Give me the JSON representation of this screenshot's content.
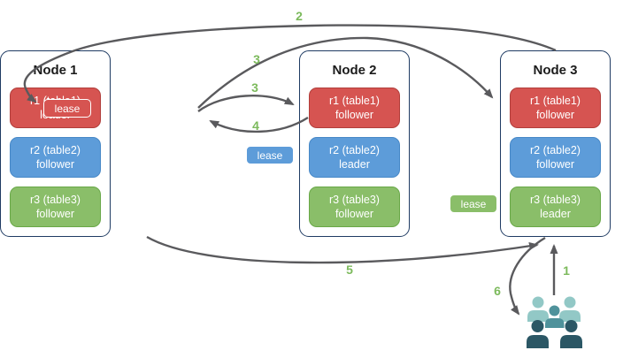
{
  "nodes": [
    {
      "title": "Node 1",
      "replicas": [
        {
          "label": "r1 (table1)",
          "role": "leader",
          "color": "red"
        },
        {
          "label": "r2 (table2)",
          "role": "follower",
          "color": "blue"
        },
        {
          "label": "r3 (table3)",
          "role": "follower",
          "color": "green"
        }
      ]
    },
    {
      "title": "Node 2",
      "replicas": [
        {
          "label": "r1 (table1)",
          "role": "follower",
          "color": "red"
        },
        {
          "label": "r2 (table2)",
          "role": "leader",
          "color": "blue"
        },
        {
          "label": "r3 (table3)",
          "role": "follower",
          "color": "green"
        }
      ]
    },
    {
      "title": "Node 3",
      "replicas": [
        {
          "label": "r1 (table1)",
          "role": "follower",
          "color": "red"
        },
        {
          "label": "r2 (table2)",
          "role": "follower",
          "color": "blue"
        },
        {
          "label": "r3 (table3)",
          "role": "leader",
          "color": "green"
        }
      ]
    }
  ],
  "leases": [
    {
      "label": "lease",
      "color": "red"
    },
    {
      "label": "lease",
      "color": "blue"
    },
    {
      "label": "lease",
      "color": "green"
    }
  ],
  "steps": [
    "1",
    "2",
    "3",
    "3",
    "4",
    "5",
    "6"
  ],
  "icons": {
    "users": "users-group-icon"
  },
  "colors": {
    "node_border": "#1f3b63",
    "arrow": "#5a5a5d",
    "step_label": "#7cba5c",
    "red_fill": "#d65451",
    "red_border": "#b13e3b",
    "blue_fill": "#5d9cd9",
    "blue_border": "#4788c7",
    "green_fill": "#8abe69",
    "green_border": "#69a848",
    "users_light": "#92c8c6",
    "users_mid": "#4f929b",
    "users_dark": "#2b5765"
  }
}
